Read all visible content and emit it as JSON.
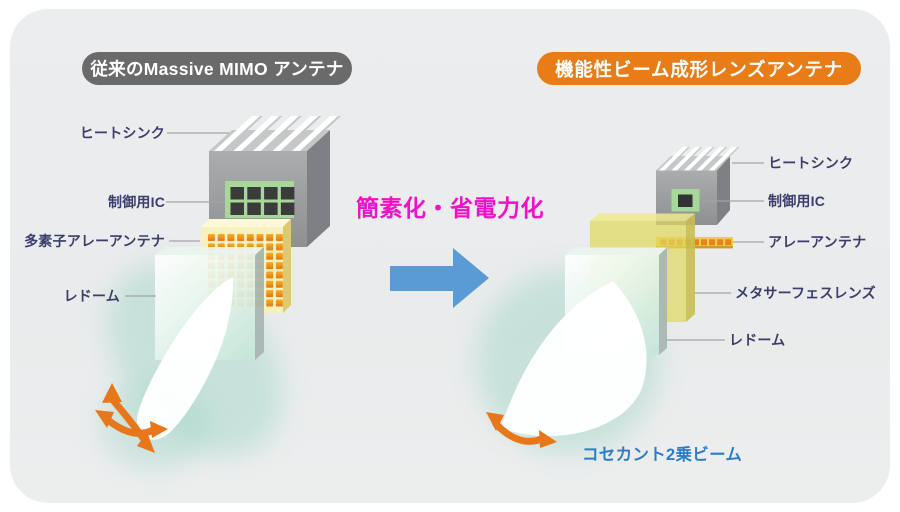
{
  "figure": {
    "type": "antenna-comparison-diagram",
    "language": "ja"
  },
  "left_panel": {
    "title": "従来のMassive MIMO アンテナ",
    "labels": {
      "heatsink": "ヒートシンク",
      "control_ic": "制御用IC",
      "array_antenna": "多素子アレーアンテナ",
      "radome": "レドーム"
    }
  },
  "right_panel": {
    "title": "機能性ビーム成形レンズアンテナ",
    "labels": {
      "heatsink": "ヒートシンク",
      "control_ic": "制御用IC",
      "array_antenna": "アレーアンテナ",
      "metasurface_lens": "メタサーフェスレンズ",
      "radome": "レドーム",
      "beam": "コセカント2乗ビーム"
    }
  },
  "center": {
    "caption": "簡素化・省電力化"
  },
  "colors": {
    "panel_background": "#ebedee",
    "left_badge": "#6a6a6a",
    "right_badge": "#e87d18",
    "label_text": "#3b3d6b",
    "caption_magenta": "#f011c9",
    "transition_arrow_blue": "#5b9bd5",
    "beam_label_blue": "#2e7cc9",
    "steer_arrow_orange": "#e8761a",
    "beam_glow_teal": "#9fd4c6"
  }
}
